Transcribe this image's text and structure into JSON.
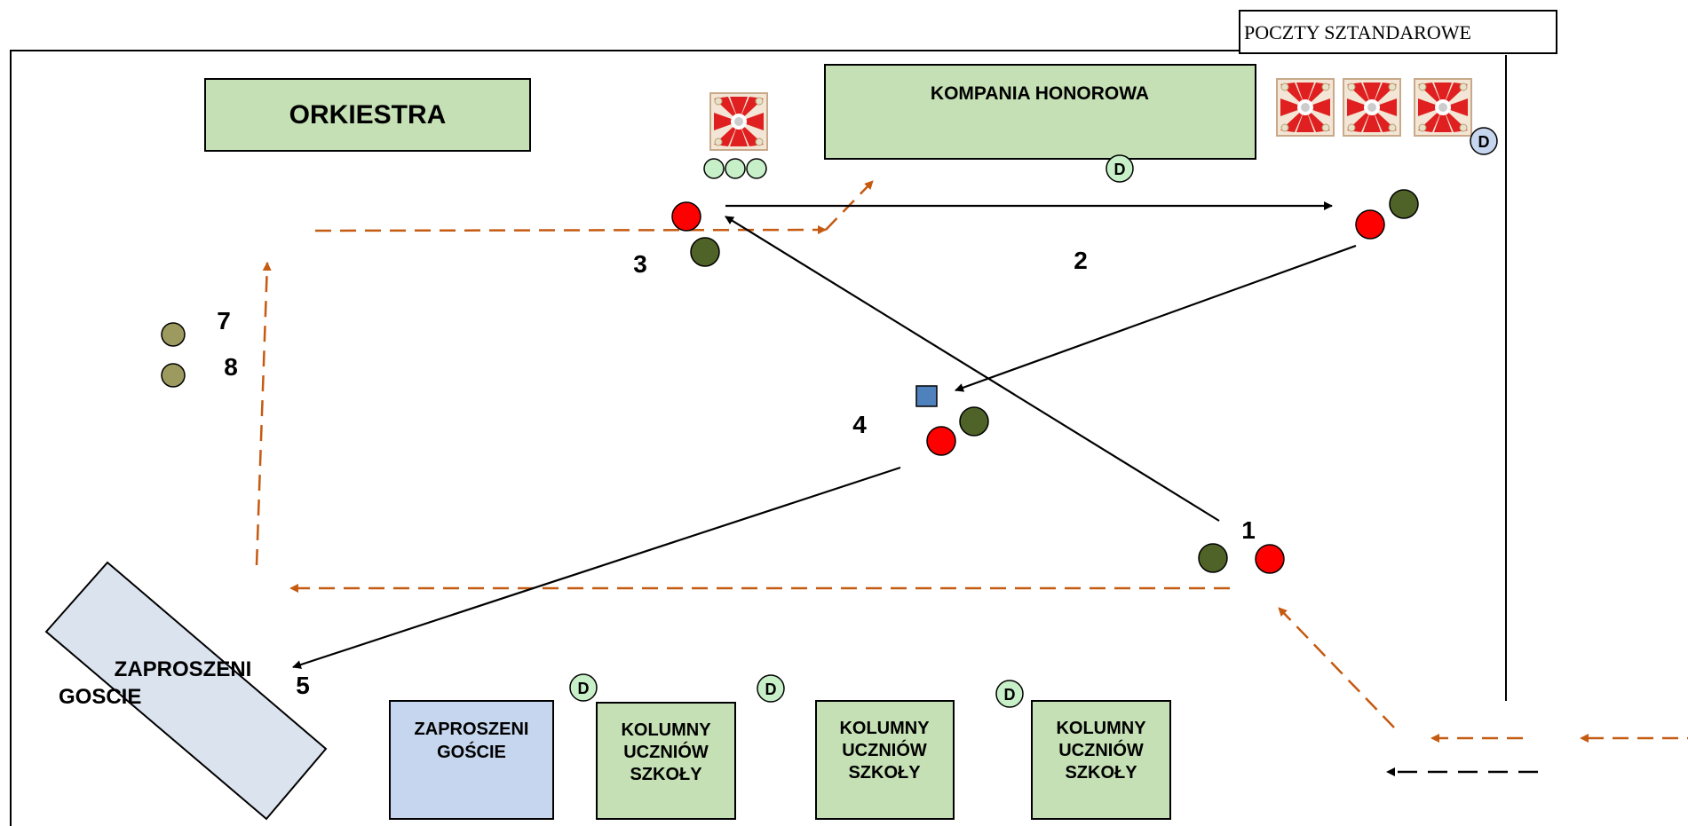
{
  "labels": {
    "poczty": "POCZTY SZTANDAROWE",
    "orkiestra": "ORKIESTRA",
    "kompania": "KOMPANIA HONOROWA",
    "zaproszeni_diag_line1": "ZAPROSZENI",
    "zaproszeni_diag_line2": "GOSCIE",
    "zaproszeni_box_line1": "ZAPROSZENI",
    "zaproszeni_box_line2": "GOŚCIE",
    "kolumny_line1": "KOLUMNY",
    "kolumny_line2": "UCZNIÓW",
    "kolumny_line3": "SZKOŁY",
    "d_marker": "D"
  },
  "positions": {
    "p1": "1",
    "p2": "2",
    "p3": "3",
    "p4": "4",
    "p5": "5",
    "p7": "7",
    "p8": "8"
  },
  "colors": {
    "green_box": "#c5e0b4",
    "blue_box": "#c6d6ee",
    "diag_box": "#dbe3ef",
    "red_marker": "#ff0000",
    "dark_green_marker": "#4f6228",
    "olive_marker": "#9c9a5e",
    "light_green_marker": "#c8f0c8",
    "light_blue_marker": "#c6d6ee",
    "square_marker": "#4f81bd",
    "orange_dash": "#c55a11",
    "black_line": "#000000"
  }
}
